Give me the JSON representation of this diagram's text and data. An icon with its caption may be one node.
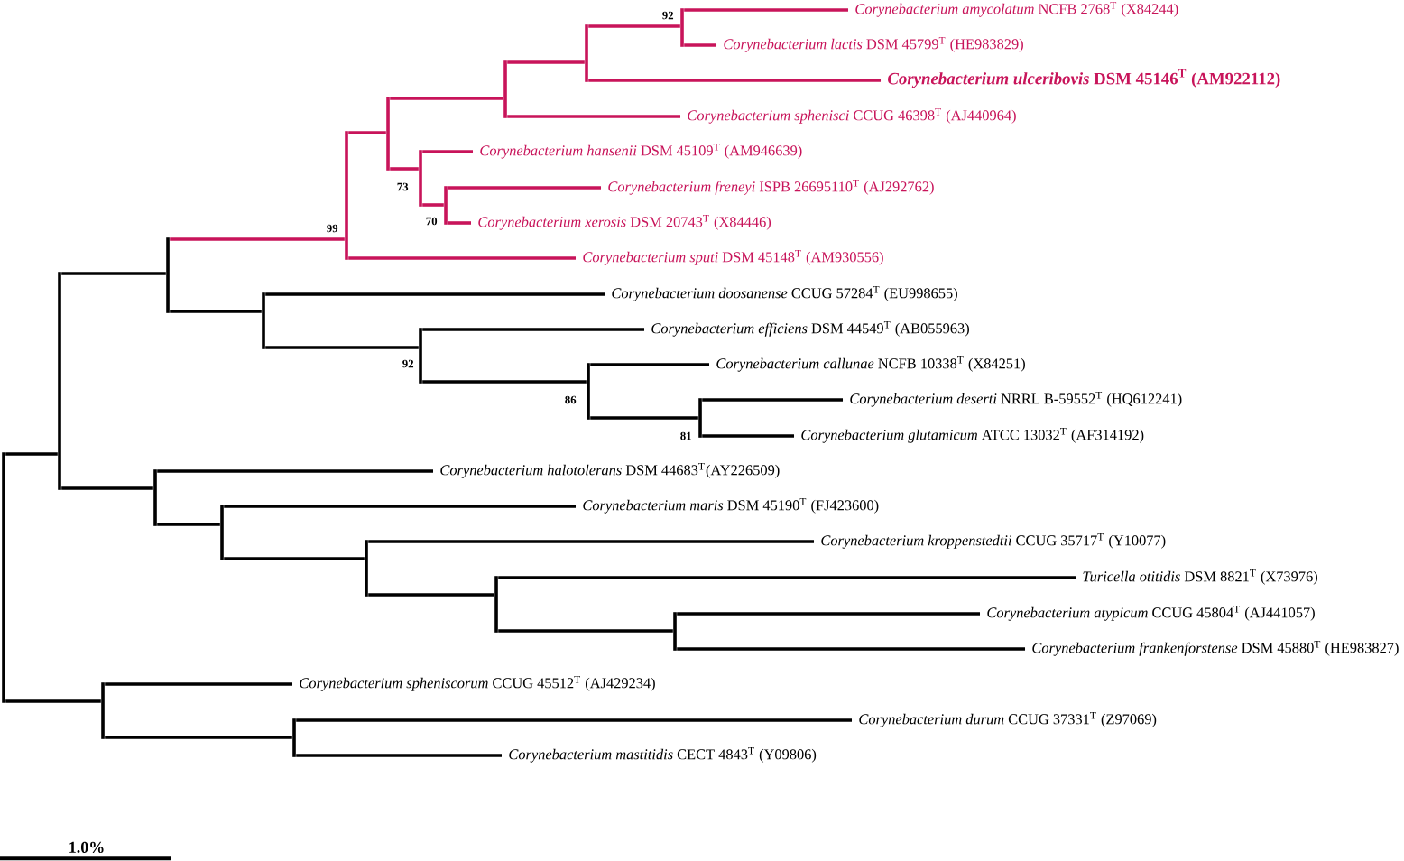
{
  "diagram": {
    "nodes": [
      {
        "text": [
          "*Corynebacterium amycolatum* NCFB 2768$^{T}$ (X84244)"
        ]
      },
      {
        "text": [
          "*Corynebacterium lactis* DSM 45799$^{T}$ (HE983829)"
        ]
      },
      {
        "text": [
          "*Corynebacterium ulceribovis* DSM 45146$^{T}$ (AM922112)"
        ]
      },
      {
        "text": [
          "*Corynebacterium sphenisci* CCUG 46398$^{T}$ (AJ440964)"
        ]
      },
      {
        "text": [
          "*Corynebacterium hansenii* DSM 45109$^{T}$ (AM946639)"
        ]
      },
      {
        "text": [
          "*Corynebacterium freneyi* ISPB 26695110$^{T}$ (AJ292762)"
        ]
      },
      {
        "text": [
          "*Corynebacterium xerosis* DSM 20743$^{T}$ (X84446)"
        ]
      },
      {
        "text": [
          "*Corynebacterium sputi* DSM 45148$^{T}$ (AM930556)"
        ]
      },
      {
        "text": [
          "*Corynebacterium doosanense* CCUG 57284$^{T}$ (EU998655)"
        ]
      },
      {
        "text": [
          "*Corynebacterium efficiens* DSM 44549$^{T}$ (AB055963)"
        ]
      },
      {
        "text": [
          "*Corynebacterium callunae* NCFB 10338$^{T}$ (X84251)"
        ]
      },
      {
        "text": [
          "*Corynebacterium deserti* NRRL B-59552$^{T}$ (HQ612241)"
        ]
      },
      {
        "text": [
          "*Corynebacterium glutamicum* ATCC 13032$^{T}$ (AF314192)"
        ]
      },
      {
        "text": [
          "*Corynebacterium halotolerans* DSM 44683$^{T}$(AY226509)"
        ]
      },
      {
        "text": [
          "*Corynebacterium maris* DSM 45190$^{T}$ (FJ423600)"
        ]
      },
      {
        "text": [
          "*Corynebacterium kroppenstedtii* CCUG 35717$^{T}$ (Y10077)"
        ]
      },
      {
        "text": [
          "*Turicella otitidis* DSM 8821$^{T}$ (X73976)"
        ]
      },
      {
        "text": [
          "*Corynebacterium atypicum* CCUG 45804$^{T}$ (AJ441057)"
        ]
      },
      {
        "text": [
          "*Corynebacterium frankenforstense* DSM 45880$^{T}$ (HE983827)"
        ]
      },
      {
        "text": [
          "*Corynebacterium spheniscorum* CCUG 45512$^{T}$ (AJ429234)"
        ]
      },
      {
        "text": [
          "*Corynebacterium durum* CCUG 37331$^{T}$ (Z97069)"
        ]
      },
      {
        "text": [
          "*Corynebacterium mastitidis* CECT 4843$^{T}$ (Y09806)"
        ]
      },
      {
        "text": [],
        "shape": "bar"
      },
      {
        "text": [],
        "shape": "bar"
      },
      {
        "text": [],
        "shape": "bar"
      },
      {
        "text": [],
        "shape": "bar",
        "beside": [
          "99"
        ]
      },
      {
        "text": [],
        "shape": "bar"
      },
      {
        "text": [],
        "shape": "bar"
      },
      {
        "text": [],
        "shape": "bar"
      },
      {
        "text": [],
        "shape": "bar",
        "beside": [
          "92"
        ]
      },
      {
        "text": [],
        "shape": "bar",
        "beside": [
          "73"
        ]
      },
      {
        "text": [],
        "shape": "bar",
        "beside": [
          "70"
        ]
      },
      {
        "text": [],
        "shape": "bar"
      },
      {
        "text": [],
        "shape": "bar",
        "beside": [
          "92"
        ]
      },
      {
        "text": [],
        "shape": "bar",
        "beside": [
          "86"
        ]
      },
      {
        "text": [],
        "shape": "bar",
        "beside": [
          "81"
        ]
      },
      {
        "text": [],
        "shape": "bar"
      },
      {
        "text": [],
        "shape": "bar"
      },
      {
        "text": [],
        "shape": "bar"
      },
      {
        "text": [],
        "shape": "bar"
      },
      {
        "text": [],
        "shape": "bar"
      },
      {
        "text": [],
        "shape": "bar"
      },
      {
        "text": [],
        "shape": "bar"
      }
    ],
    "edges": [
      {
        "from": 22,
        "to": 23,
        "arrow": "none"
      },
      {
        "from": 22,
        "to": 41,
        "arrow": "none"
      },
      {
        "from": 23,
        "to": 24,
        "arrow": "none"
      },
      {
        "from": 23,
        "to": 36,
        "arrow": "none"
      },
      {
        "from": 24,
        "to": 25,
        "arrow": "none",
        "color": "#c8145a"
      },
      {
        "from": 24,
        "to": 32,
        "arrow": "none"
      },
      {
        "from": 25,
        "to": 26,
        "arrow": "none",
        "color": "#c8145a"
      },
      {
        "from": 25,
        "to": 7,
        "arrow": "none",
        "color": "#c8145a"
      },
      {
        "from": 26,
        "to": 27,
        "arrow": "none",
        "color": "#c8145a"
      },
      {
        "from": 26,
        "to": 30,
        "arrow": "none",
        "color": "#c8145a"
      },
      {
        "from": 27,
        "to": 28,
        "arrow": "none",
        "color": "#c8145a"
      },
      {
        "from": 27,
        "to": 3,
        "arrow": "none",
        "color": "#c8145a"
      },
      {
        "from": 28,
        "to": 29,
        "arrow": "none",
        "color": "#c8145a"
      },
      {
        "from": 28,
        "to": 2,
        "arrow": "none",
        "color": "#c8145a"
      },
      {
        "from": 29,
        "to": 0,
        "arrow": "none",
        "color": "#c8145a"
      },
      {
        "from": 29,
        "to": 1,
        "arrow": "none",
        "color": "#c8145a"
      },
      {
        "from": 30,
        "to": 4,
        "arrow": "none",
        "color": "#c8145a"
      },
      {
        "from": 30,
        "to": 31,
        "arrow": "none",
        "color": "#c8145a"
      },
      {
        "from": 31,
        "to": 5,
        "arrow": "none",
        "color": "#c8145a"
      },
      {
        "from": 31,
        "to": 6,
        "arrow": "none",
        "color": "#c8145a"
      },
      {
        "from": 32,
        "to": 8,
        "arrow": "none"
      },
      {
        "from": 32,
        "to": 33,
        "arrow": "none"
      },
      {
        "from": 33,
        "to": 9,
        "arrow": "none"
      },
      {
        "from": 33,
        "to": 34,
        "arrow": "none"
      },
      {
        "from": 34,
        "to": 10,
        "arrow": "none"
      },
      {
        "from": 34,
        "to": 35,
        "arrow": "none"
      },
      {
        "from": 35,
        "to": 11,
        "arrow": "none"
      },
      {
        "from": 35,
        "to": 12,
        "arrow": "none"
      },
      {
        "from": 36,
        "to": 13,
        "arrow": "none"
      },
      {
        "from": 36,
        "to": 37,
        "arrow": "none"
      },
      {
        "from": 37,
        "to": 14,
        "arrow": "none"
      },
      {
        "from": 37,
        "to": 38,
        "arrow": "none"
      },
      {
        "from": 38,
        "to": 15,
        "arrow": "none"
      },
      {
        "from": 38,
        "to": 39,
        "arrow": "none"
      },
      {
        "from": 39,
        "to": 16,
        "arrow": "none"
      },
      {
        "from": 39,
        "to": 40,
        "arrow": "none"
      },
      {
        "from": 40,
        "to": 17,
        "arrow": "none"
      },
      {
        "from": 40,
        "to": 18,
        "arrow": "none"
      },
      {
        "from": 41,
        "to": 19,
        "arrow": "none"
      },
      {
        "from": 41,
        "to": 42,
        "arrow": "none"
      },
      {
        "from": 42,
        "to": 20,
        "arrow": "none"
      },
      {
        "from": 42,
        "to": 21,
        "arrow": "none"
      }
    ],
    "labels": [
      "1.0%"
    ]
  }
}
